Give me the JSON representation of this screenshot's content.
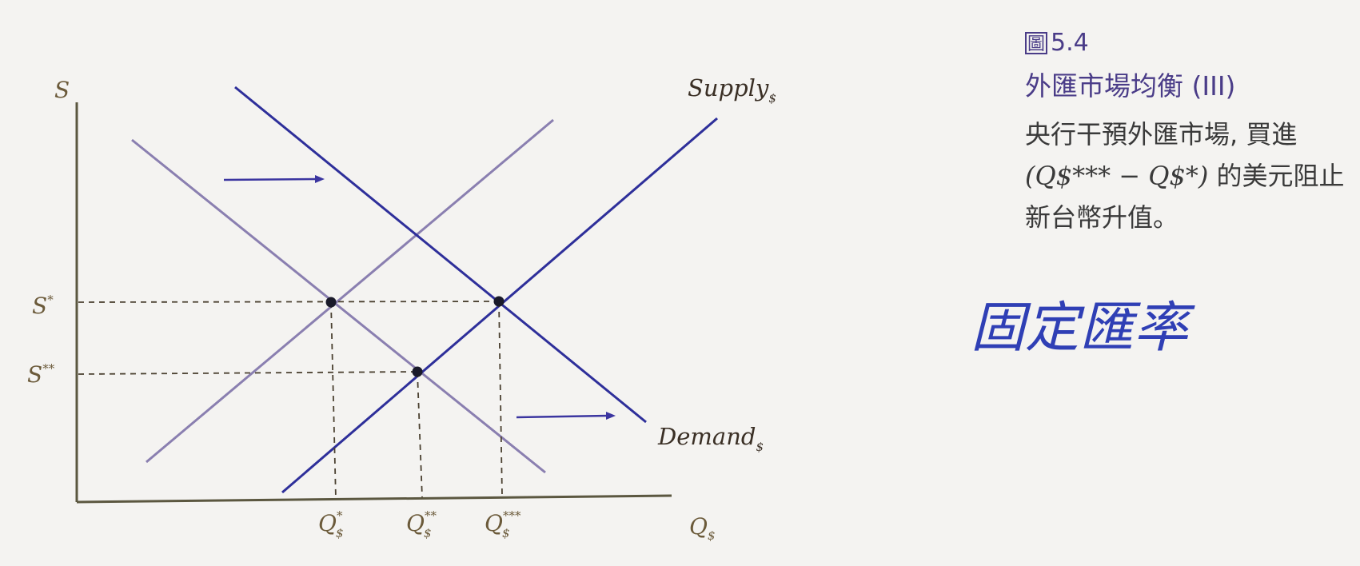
{
  "figure": {
    "number": "5.4",
    "number_prefix_glyph": "圖",
    "title": "外匯市場均衡 (III)",
    "description_line1": "央行干預外匯市場, 買進",
    "description_formula": "(Q$*** − Q$*)",
    "description_line2_suffix": "的美元阻止",
    "description_line3": "新台幣升值。"
  },
  "handwritten_note": "固定匯率",
  "diagram": {
    "y_axis_label": "S",
    "x_axis_label": "Q",
    "currency_subscript": "$",
    "supply_label": "Supply",
    "demand_label": "Demand",
    "price_labels": [
      {
        "id": "s_star",
        "base": "S",
        "sup": "*"
      },
      {
        "id": "s_double_star",
        "base": "S",
        "sup": "**"
      }
    ],
    "quantity_labels": [
      {
        "id": "q_star",
        "base": "Q",
        "sup": "*",
        "sub": "$"
      },
      {
        "id": "q_double_star",
        "base": "Q",
        "sup": "**",
        "sub": "$"
      },
      {
        "id": "q_triple_star",
        "base": "Q",
        "sup": "***",
        "sub": "$"
      }
    ],
    "colors": {
      "axis": "#5b5740",
      "old_curves": "#8a7fb0",
      "new_curves": "#2e2f9a",
      "guides": "#4a4030",
      "points": "#1a1a2a"
    }
  }
}
